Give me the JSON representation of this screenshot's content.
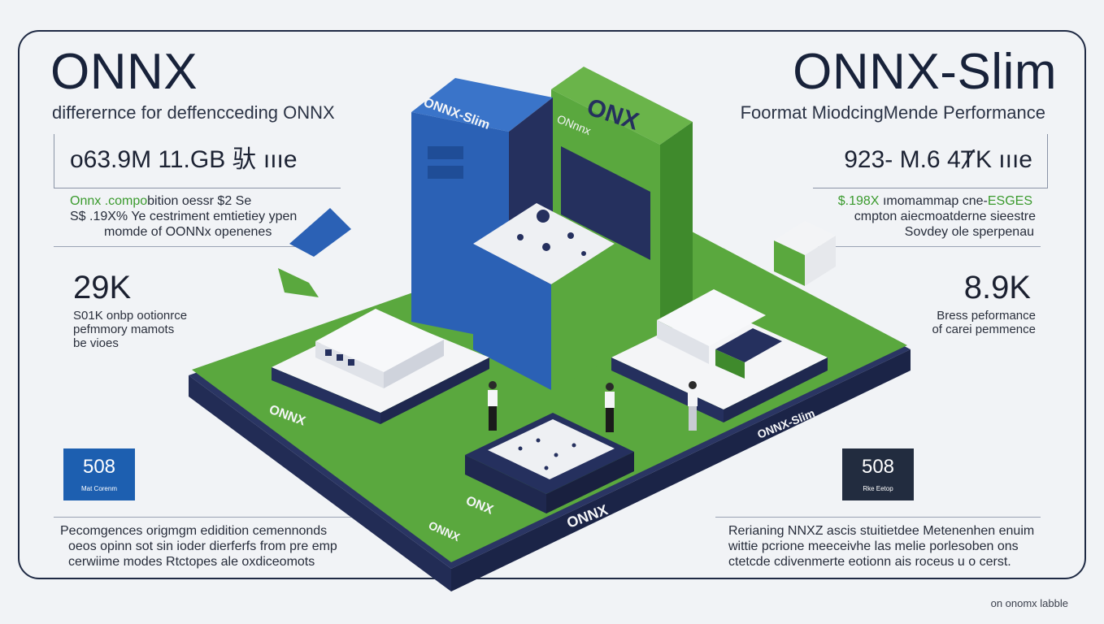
{
  "left": {
    "title": "ONNX",
    "subtitle": "differernce for deffencceding ONNX",
    "stat_line": "o63.9M 11.GB 驮 ıııe",
    "desc_green": "Onnx .compo",
    "desc_line1_rest": "bition oessr $2 Se",
    "desc_line2": "S$ .19X% Ye cestriment emtietiey ypen",
    "desc_line3": "momde of OONNx openenes",
    "big_number": "29K",
    "small_lines": [
      "S01K onbp ootionrce",
      "pefmmory mamots",
      "be vioes"
    ],
    "badge": {
      "value": "508",
      "label": "Mat Corenm"
    },
    "bottom_lines": [
      "Pecomgences origmgm edidition cemennonds",
      "oeos opinn sot sin ioder dierferfs from pre emp",
      "cerwiime modes Rtctopes ale oxdiceomots"
    ]
  },
  "right": {
    "title": "ONNX-Slim",
    "subtitle": "Foormat MiodcingMende Performance",
    "stat_line": "923- M.6 4ȾK ıııe",
    "desc_green": "$.198X",
    "desc_line1_rest": "ımomammap cne-",
    "desc_green2": "ESGES",
    "desc_line2": "cmpton aiecmoatderne sieestre",
    "desc_line3": "Sovdey ole sperpenau",
    "big_number": "8.9K",
    "small_lines": [
      "Bress peformance",
      "of carei pemmence"
    ],
    "badge": {
      "value": "508",
      "label": "Rke Eetop"
    },
    "bottom_lines": [
      "Rerianing NNXZ ascis stuitietdee Metenenhen enuim",
      "wittie pcrione meeceivhe las melie porlesoben ons",
      "ctetcde cdivenmerte eotionn ais roceus u o cerst."
    ]
  },
  "illustration": {
    "labels": {
      "tower_blue": "ONNX-Slim",
      "tower_green": "ONX",
      "tower_green_small": "ONnnx",
      "platform_left": "ONNX",
      "platform_right": "ONNX-Slim",
      "platform_bottom_a": "ONX",
      "platform_bottom_b": "ONNX",
      "platform_bottom_c": "ONNX"
    },
    "colors": {
      "green": "#5aa83e",
      "green_dark": "#3f8a2c",
      "blue": "#2b61b5",
      "navy": "#25305e",
      "white": "#f4f5f7"
    }
  },
  "footer": "on onomx labble"
}
